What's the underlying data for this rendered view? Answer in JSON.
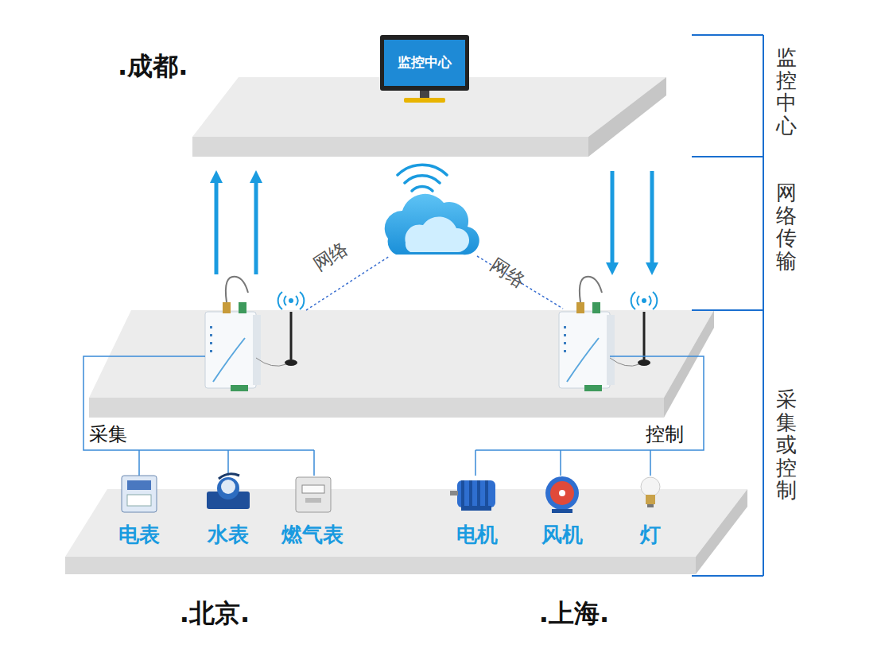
{
  "diagram": {
    "nodes": [
      {
        "text": [
          "监控中心"
        ]
      },
      {
        "text": [
          "电表"
        ]
      },
      {
        "text": [
          "水表"
        ]
      },
      {
        "text": [
          "燃气表"
        ]
      },
      {
        "text": [
          "电机"
        ]
      },
      {
        "text": [
          "风机"
        ]
      },
      {
        "text": [
          "灯"
        ]
      }
    ],
    "labels": [
      ".成都.",
      "网络",
      "网络",
      "采集",
      "控制",
      ".北京.",
      ".上海.",
      "监控中心",
      "网络传输",
      "采集或控制"
    ]
  }
}
